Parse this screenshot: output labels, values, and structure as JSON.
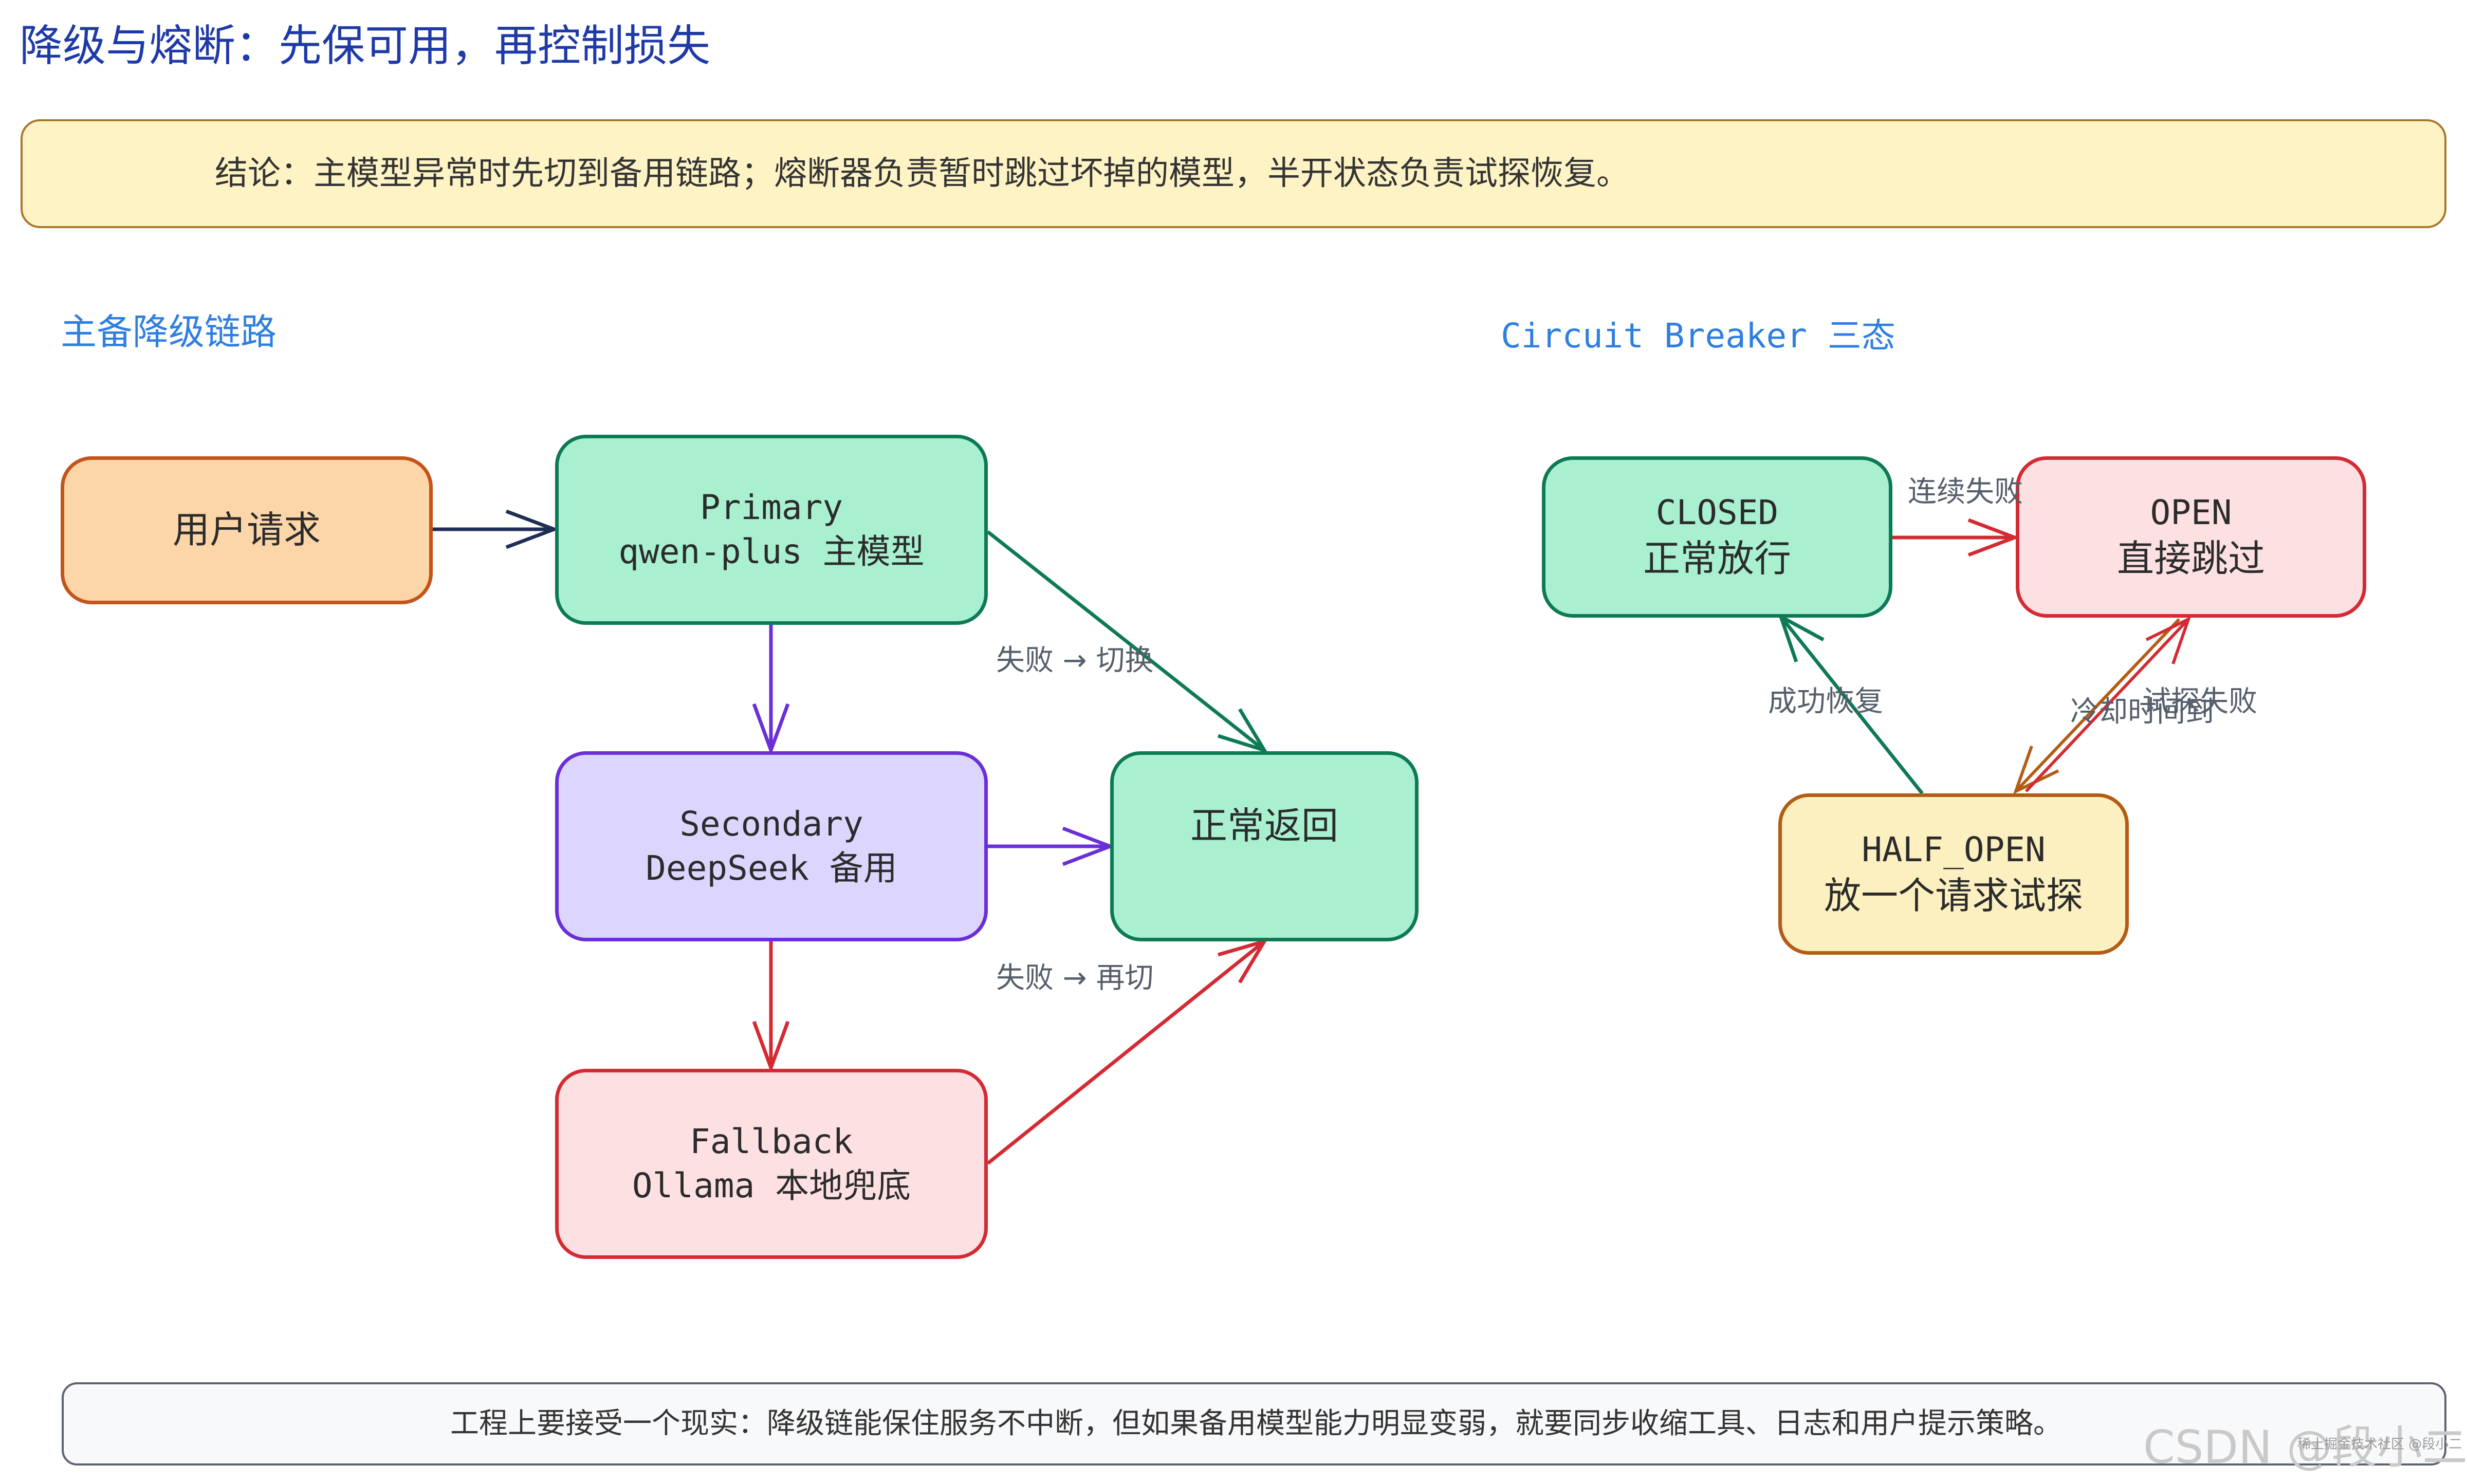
{
  "title": "降级与熔断：先保可用，再控制损失",
  "conclusion": "结论：主模型异常时先切到备用链路；熔断器负责暂时跳过坏掉的模型，半开状态负责试探恢复。",
  "left_section": {
    "title": "主备降级链路",
    "nodes": {
      "user": {
        "line1": "用户请求"
      },
      "primary": {
        "line1": "Primary",
        "line2": "qwen-plus 主模型"
      },
      "secondary": {
        "line1": "Secondary",
        "line2": "DeepSeek 备用"
      },
      "fallback": {
        "line1": "Fallback",
        "line2": "Ollama 本地兜底"
      },
      "normal": {
        "line1": "正常返回"
      }
    },
    "edge_labels": {
      "primary_fail": "失败 → 切换",
      "secondary_fail": "失败 → 再切"
    }
  },
  "right_section": {
    "title": "Circuit Breaker 三态",
    "nodes": {
      "closed": {
        "line1": "CLOSED",
        "line2": "正常放行"
      },
      "open": {
        "line1": "OPEN",
        "line2": "直接跳过"
      },
      "half_open": {
        "line1": "HALF_OPEN",
        "line2": "放一个请求试探"
      }
    },
    "edge_labels": {
      "consecutive_fail": "连续失败",
      "recover_success": "成功恢复",
      "cooldown_expired": "冷却时间到",
      "probe_fail": "试探失败"
    }
  },
  "footer": "工程上要接受一个现实：降级链能保住服务不中断，但如果备用模型能力明显变弱，就要同步收缩工具、日志和用户提示策略。",
  "watermark": {
    "brand": "CSDN @段小二",
    "small": "稀土掘金技术社区 @段小二"
  },
  "colors": {
    "title": "#1e3aa8",
    "section_title": "#2f7fe0",
    "green_fill": "#a8f0d0",
    "green_border": "#0e7a55",
    "purple_fill": "#dcd6fe",
    "purple_border": "#6a2fd6",
    "red_fill": "#fde0e2",
    "red_border": "#d42a33",
    "orange_fill": "#fcd6a8",
    "orange_border": "#c4541a",
    "yellow_fill": "#fdf0c0",
    "yellow_border": "#b35c14",
    "navy_arrow": "#1f2e55"
  }
}
